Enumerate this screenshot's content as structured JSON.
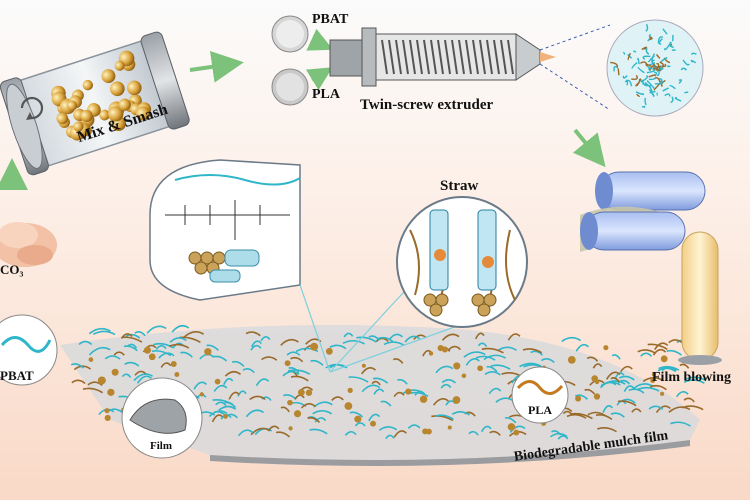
{
  "labels": {
    "mix_smash": "Mix & Smash",
    "pbat_top": "PBAT",
    "pla_top": "PLA",
    "extruder": "Twin-screw extruder",
    "caco3": "CO₃",
    "straw": "Straw",
    "film_blowing": "Film blowing",
    "pbat_left": "PBAT",
    "film": "Film",
    "pla_right": "PLA",
    "mulch_film": "Biodegradable mulch film"
  },
  "colors": {
    "pbat_fiber": "#2fb6c9",
    "straw_fiber": "#9a6a2a",
    "arrow": "#7cc27a",
    "roller": "#8aa6e0",
    "pla_chain": "#c57a1f"
  },
  "icons": [
    "refresh-icon",
    "mix-cylinder-icon",
    "extruder-icon",
    "roller-icon",
    "film-bubble-icon"
  ]
}
